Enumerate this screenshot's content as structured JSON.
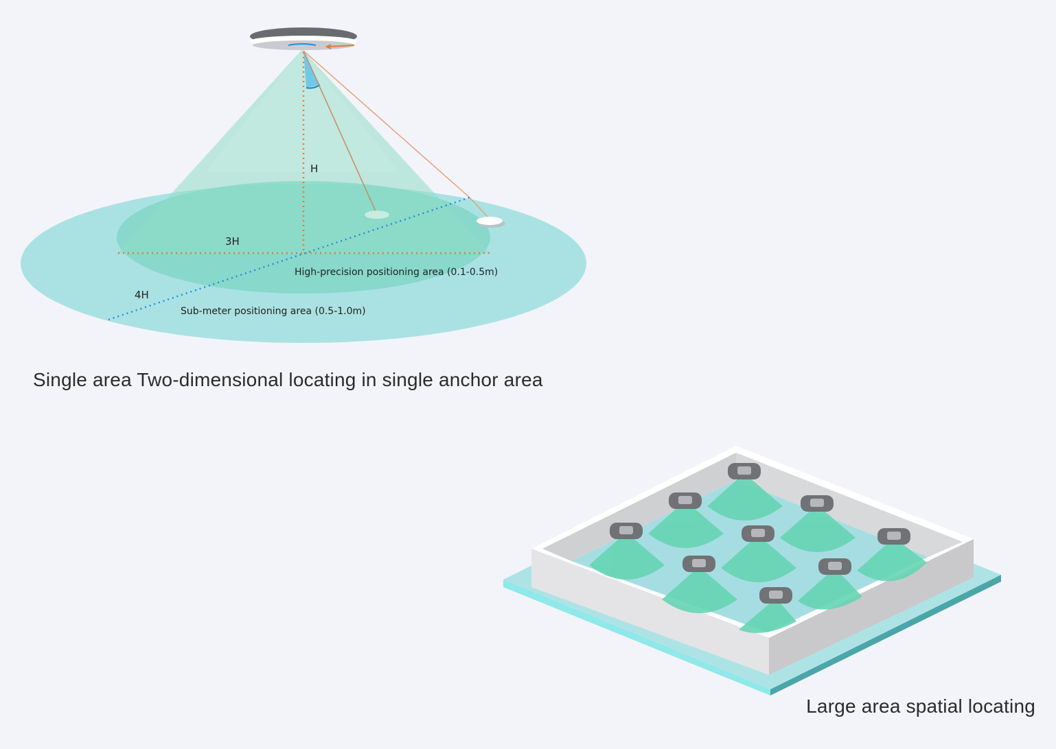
{
  "single_area": {
    "caption": "Single area Two-dimensional locating in single anchor area",
    "labels": {
      "height": "H",
      "radius_3h": "3H",
      "radius_4h": "4H",
      "high_precision": "High-precision positioning area (0.1-0.5m)",
      "sub_meter": "Sub-meter positioning area (0.5-1.0m)"
    }
  },
  "large_area": {
    "caption": "Large area spatial locating",
    "anchor_count": 9
  },
  "colors": {
    "background": "#f3f4f9",
    "outer_area": "#a9e2e4",
    "inner_area": "#7dd7c5",
    "cone": "#b9eadc",
    "dotted_orange": "#e07a3a",
    "dotted_blue": "#1f8fe0"
  }
}
